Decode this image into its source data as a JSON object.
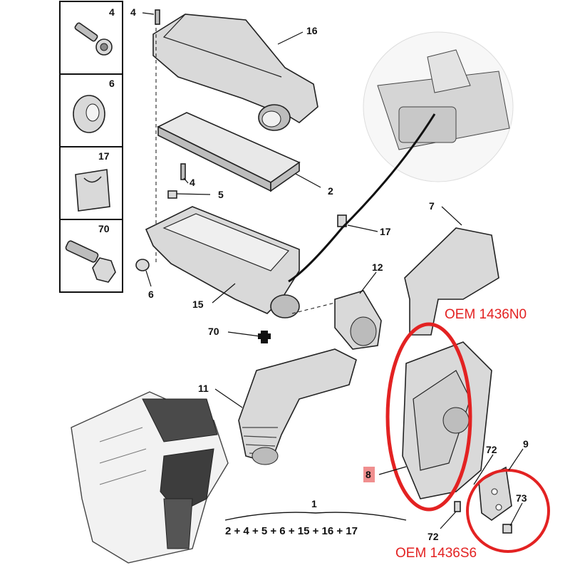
{
  "legend_panel": {
    "items": [
      {
        "number": "4",
        "icon": "bolt-icon"
      },
      {
        "number": "6",
        "icon": "grommet-icon"
      },
      {
        "number": "17",
        "icon": "clip-icon"
      },
      {
        "number": "70",
        "icon": "flange-bolt-icon"
      }
    ]
  },
  "callouts": {
    "c4_top": "4",
    "c16": "16",
    "c2": "2",
    "c4_mid": "4",
    "c5": "5",
    "c17": "17",
    "c7": "7",
    "c15": "15",
    "c6": "6",
    "c12": "12",
    "c70": "70",
    "c11": "11",
    "c8": "8",
    "c72_top": "72",
    "c9": "9",
    "c73": "73",
    "c1": "1",
    "c72_bottom": "72"
  },
  "assembly_formula": "2 + 4 + 5 + 6 + 15 + 16 + 17",
  "oem_labels": {
    "top": "OEM 1436N0",
    "bottom": "OEM 1436S6"
  },
  "colors": {
    "highlight": "#e32222",
    "badge": "#f08f8f",
    "ink": "#111111",
    "part_fill": "#d9d9d9"
  }
}
